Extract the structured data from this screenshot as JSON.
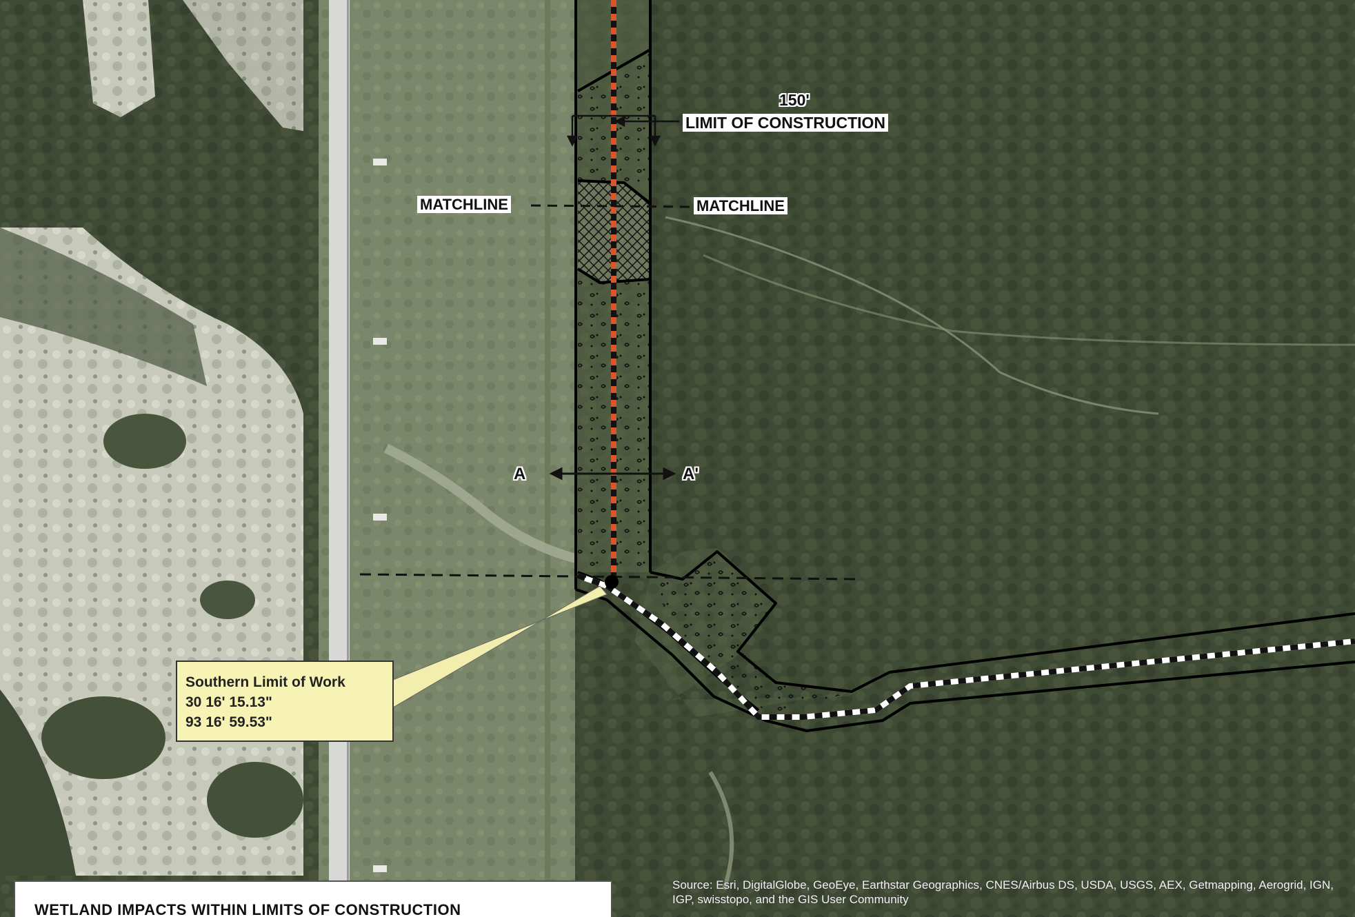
{
  "labels": {
    "width": "150'",
    "limit": "LIMIT OF CONSTRUCTION",
    "matchline_left": "MATCHLINE",
    "matchline_right": "MATCHLINE",
    "section_a": "A",
    "section_a_prime": "A'"
  },
  "callout": {
    "title": "Southern Limit of Work",
    "lat": "30 16' 15.13\"",
    "lon": "93 16' 59.53\""
  },
  "source_text": "Source: Esri, DigitalGlobe, GeoEye, Earthstar Geographics, CNES/Airbus DS, USDA, USGS, AEX, Getmapping, Aerogrid, IGN, IGP, swisstopo, and the GIS User Community",
  "title_box": {
    "text": "WETLAND IMPACTS WITHIN LIMITS OF CONSTRUCTION"
  },
  "colors": {
    "forest": "#3f4a35",
    "field": "#7d8a6a",
    "sand": "#c9cbbd",
    "road": "#d8d8d6",
    "centerline": "#d9552b",
    "callout_fill": "#f7f3b4"
  },
  "icons": {
    "wetland_pattern": "scribble-dots",
    "matchline_pattern": "crosshatch"
  }
}
